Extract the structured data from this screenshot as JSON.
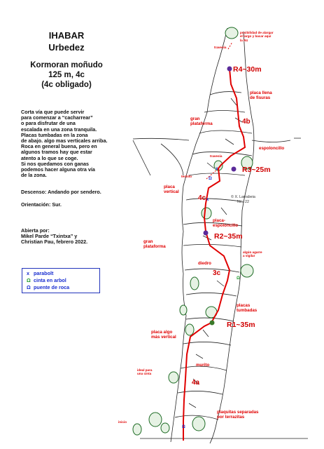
{
  "header": {
    "title1": "IHABAR",
    "title2": "Urbedez",
    "route": "Kormoran moñudo",
    "meta": "125 m, 4c",
    "oblig": "(4c obligado)"
  },
  "description": "Corta vía que puede servir\npara comenzar a “cacharrear”\no para disfrutar de una\nescalada en una zona tranquila.\nPlacas tumbadas en la zona\nde abajo. algo mas verticales arriba.\nRoca en general buena, pero en\nalgunos tramos hay que estar\natento a lo que se coge.\nSi nos quedamos con ganas\npodemos hacer alguna otra vía\nde la zona.",
  "descent": "Descenso: Andando por sendero.",
  "orientation": "Orientación: Sur.",
  "opened": "Abierta por:\nMikel Parde “Txintxa” y\nChristian Pau, febrero 2022.",
  "legend": {
    "items": [
      {
        "symbol": "x",
        "label": "parabolt"
      },
      {
        "symbol": "Ω",
        "label": "cinta en arbol"
      },
      {
        "symbol": "Ω",
        "label": "puente de roca"
      }
    ],
    "colors": [
      "#1a2fd0",
      "#1b9a2a",
      "#1a2fd0"
    ]
  },
  "topo": {
    "belays": [
      "R4~30m",
      "R3~25m",
      "R2~35m",
      "R1~35m"
    ],
    "grades": [
      "4b",
      "4c",
      "3c",
      "4a"
    ],
    "labels": {
      "posibilidad": "posibilidad de alargar\nel largo y bacar aquí\nla R4",
      "travesia_top": "travesía",
      "placa_llena": "placa llena\nde fisuras",
      "gran_plataforma_top": "gran\nplataforma",
      "espoloncillo": "espoloncillo",
      "travesia_mid": "travesía",
      "techito": "techito",
      "placa_vertical": "placa\nvertical",
      "placa_espoloncillo": "placa-\nespoloncillo",
      "gran_plataforma_mid": "gran\nplataforma",
      "algun_agarre": "algún agarre\na vigilar",
      "diedro": "diedro",
      "placas_tumbadas": "placas\ntumbadas",
      "placa_algo": "placa algo\nmás vertical",
      "ideal": "ideal para\nuna cinta",
      "murito": "murito",
      "plaquitas": "plaquitas separadas\npor terrazitas",
      "inicio": "inicio"
    },
    "credit": "© X. Larrabeia\nNov 22"
  },
  "colors": {
    "route": "#e00000",
    "bolt": "#1a2fd0",
    "tree": "#1b9a2a",
    "belay": "#5a2a9a"
  }
}
